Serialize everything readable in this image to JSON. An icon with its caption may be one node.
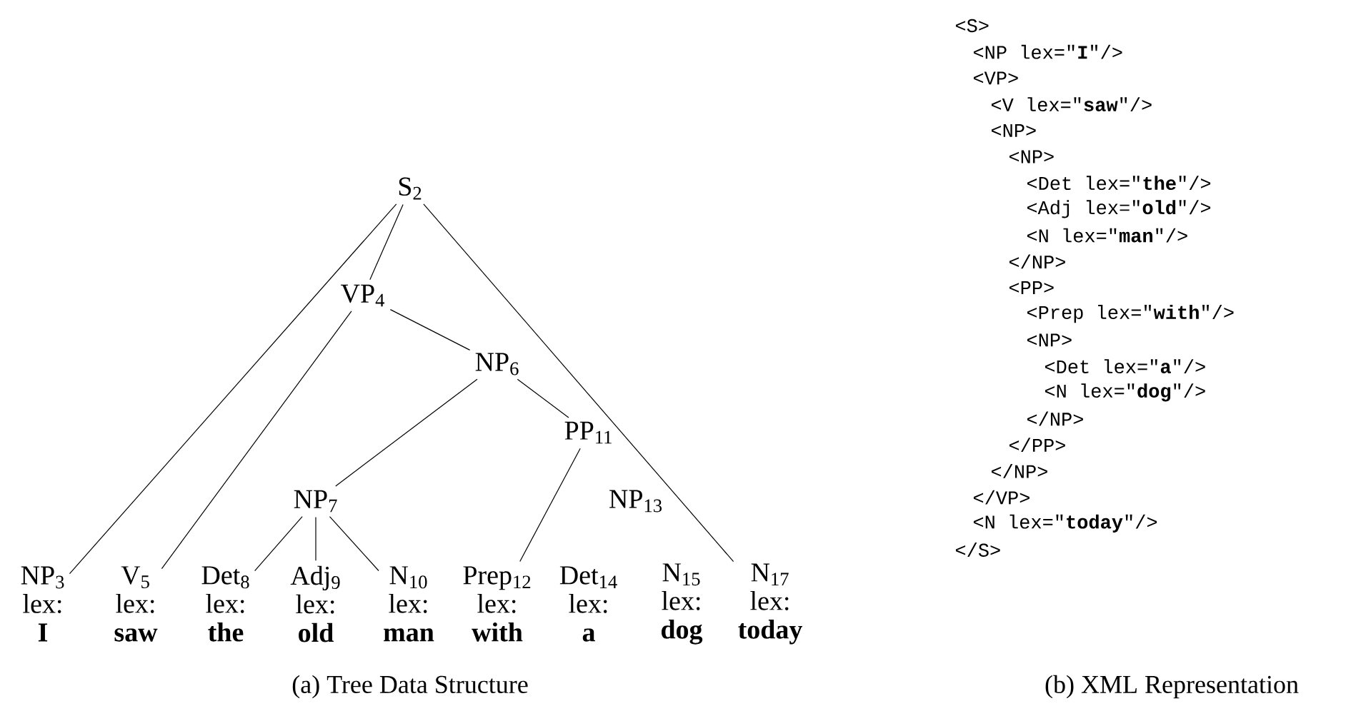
{
  "diagram": {
    "nodes": [
      {
        "text": [
          "S$_{2}$"
        ]
      },
      {
        "text": [
          "VP$_{4}$"
        ]
      },
      {
        "text": [
          "NP$_{6}$"
        ]
      },
      {
        "text": [
          "PP$_{11}$"
        ]
      },
      {
        "text": [
          "NP$_{7}$"
        ]
      },
      {
        "text": [
          "NP$_{3}$",
          "lex:",
          "I"
        ]
      },
      {
        "text": [
          "V$_{5}$",
          "lex:",
          "saw"
        ]
      },
      {
        "text": [
          "Det$_{8}$",
          "lex:",
          "the"
        ]
      },
      {
        "text": [
          "Adj$_{9}$",
          "lex:",
          "old"
        ]
      },
      {
        "text": [
          "N$_{10}$",
          "lex:",
          "man"
        ]
      },
      {
        "text": [
          "Prep$_{12}$",
          "lex:",
          "with"
        ]
      },
      {
        "text": [
          "Det$_{14}$",
          "lex:",
          "a"
        ]
      },
      {
        "text": [
          "N$_{15}$",
          "lex:",
          "dog"
        ]
      },
      {
        "text": [
          "N$_{17}$",
          "lex:",
          "today"
        ]
      }
    ],
    "edges": [
      {
        "from": 0,
        "to": 5,
        "arrow": "none"
      },
      {
        "from": 0,
        "to": 1,
        "arrow": "none"
      },
      {
        "from": 0,
        "to": 13,
        "arrow": "none"
      },
      {
        "from": 1,
        "to": 6,
        "arrow": "none"
      },
      {
        "from": 1,
        "to": 2,
        "arrow": "none"
      },
      {
        "from": 2,
        "to": 4,
        "arrow": "none"
      },
      {
        "from": 2,
        "to": 3,
        "arrow": "none"
      },
      {
        "from": 4,
        "to": 7,
        "arrow": "none"
      },
      {
        "from": 4,
        "to": 8,
        "arrow": "none"
      },
      {
        "from": 4,
        "to": 9,
        "arrow": "none"
      },
      {
        "from": 3,
        "to": 10,
        "arrow": "none"
      }
    ],
    "labels": [
      "NP$_{13}$",
      "<S>",
      "<NP lex=\"**I**\"/>",
      "<VP>",
      "<V lex=\"**saw**\"/>",
      "<NP>",
      "<NP>",
      "<Det lex=\"**the**\"/>",
      "<Adj lex=\"**old**\"/>",
      "<N lex=\"**man**\"/>",
      "</NP>",
      "<PP>",
      "<Prep lex=\"**with**\"/>",
      "<NP>",
      "<Det lex=\"**a**\"/>",
      "<N lex=\"**dog**\"/>",
      "</NP>",
      "</PP>",
      "</NP>",
      "</VP>",
      "<N lex=\"**today**\"/>",
      "</S>",
      "(a) Tree Data Structure",
      "(b) XML Representation"
    ]
  }
}
